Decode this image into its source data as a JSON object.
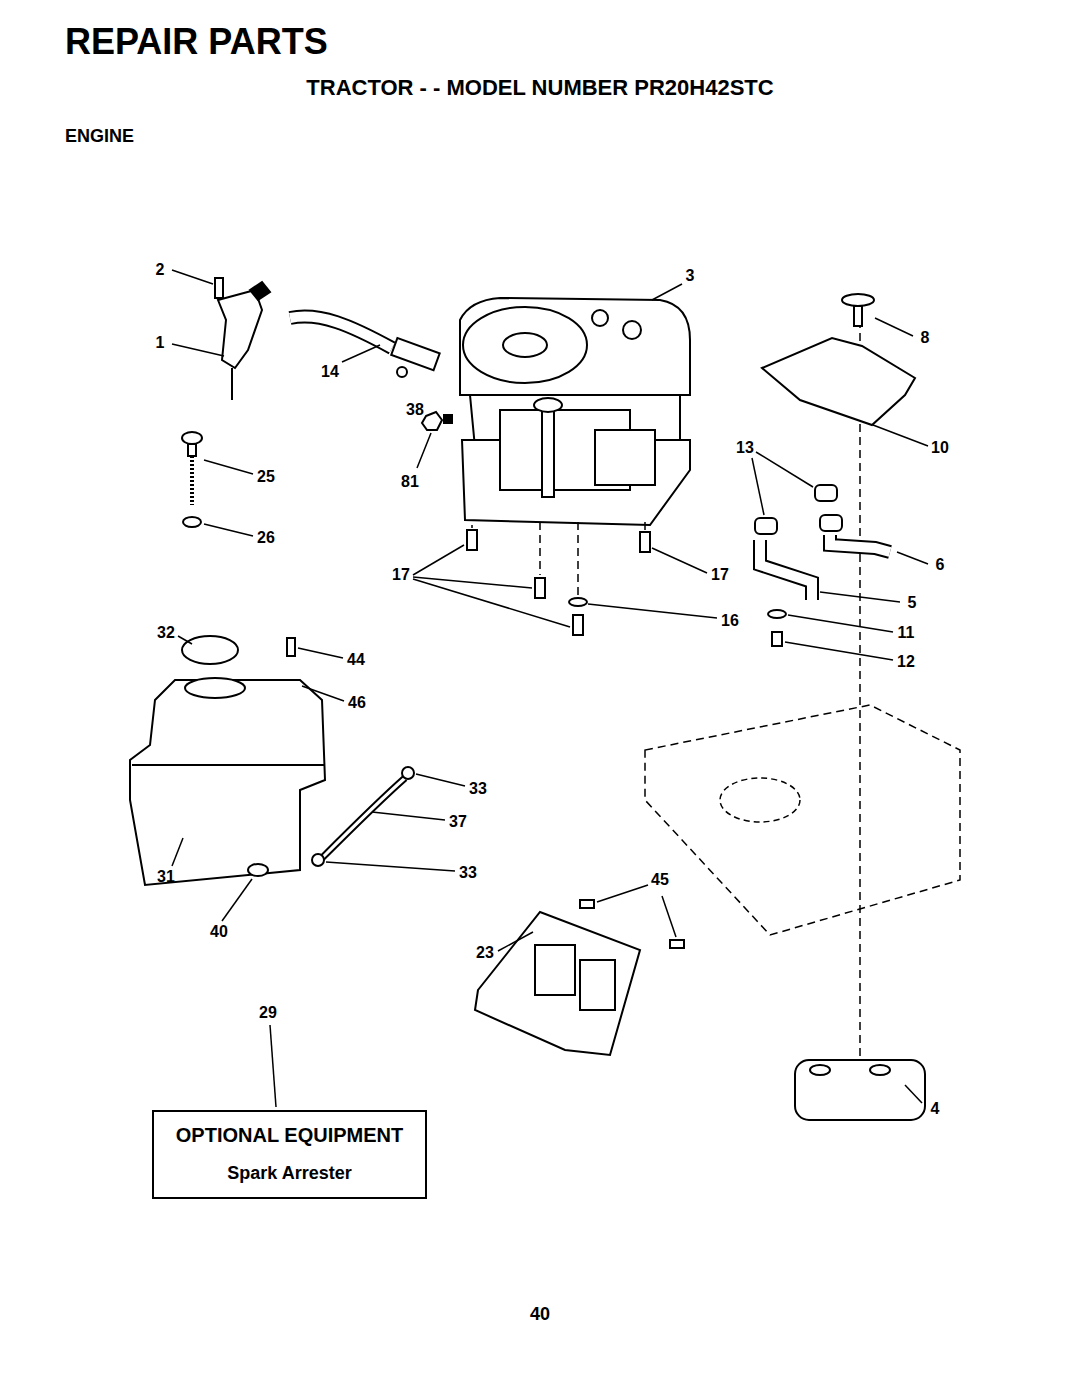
{
  "diagram": {
    "title": "REPAIR PARTS",
    "nodes": [
      {
        "text": [
          "OPTIONAL EQUIPMENT",
          "Spark Arrester"
        ]
      }
    ],
    "labels": [
      "TRACTOR - - MODEL NUMBER PR20H42STC",
      "ENGINE",
      "2",
      "1",
      "14",
      "38",
      "81",
      "3",
      "8",
      "13",
      "10",
      "25",
      "26",
      "17",
      "17",
      "16",
      "6",
      "5",
      "11",
      "12",
      "32",
      "44",
      "46",
      "33",
      "37",
      "31",
      "33",
      "45",
      "40",
      "23",
      "29",
      "4",
      "40"
    ]
  }
}
